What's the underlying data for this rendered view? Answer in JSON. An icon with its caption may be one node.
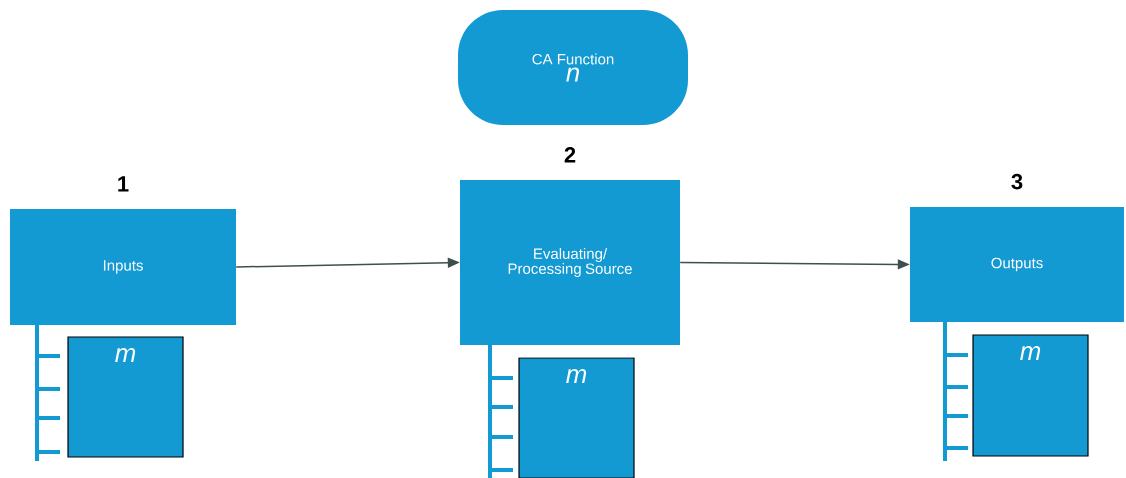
{
  "diagram": {
    "nodes": [
      {
        "text": [
          "CA Function",
          "n"
        ]
      },
      {
        "text": [
          "Inputs"
        ],
        "beside": [
          "1"
        ]
      },
      {
        "text": [
          "m"
        ]
      },
      {
        "text": [
          "Evaluating/ Processing Source"
        ],
        "beside": [
          "2"
        ]
      },
      {
        "text": [
          "m"
        ]
      },
      {
        "text": [
          "Outputs"
        ],
        "beside": [
          "3"
        ]
      },
      {
        "text": [
          "m"
        ]
      }
    ],
    "edges": [
      {
        "from": 1,
        "to": 3,
        "arrow": "to"
      },
      {
        "from": 3,
        "to": 5,
        "arrow": "to"
      }
    ]
  }
}
